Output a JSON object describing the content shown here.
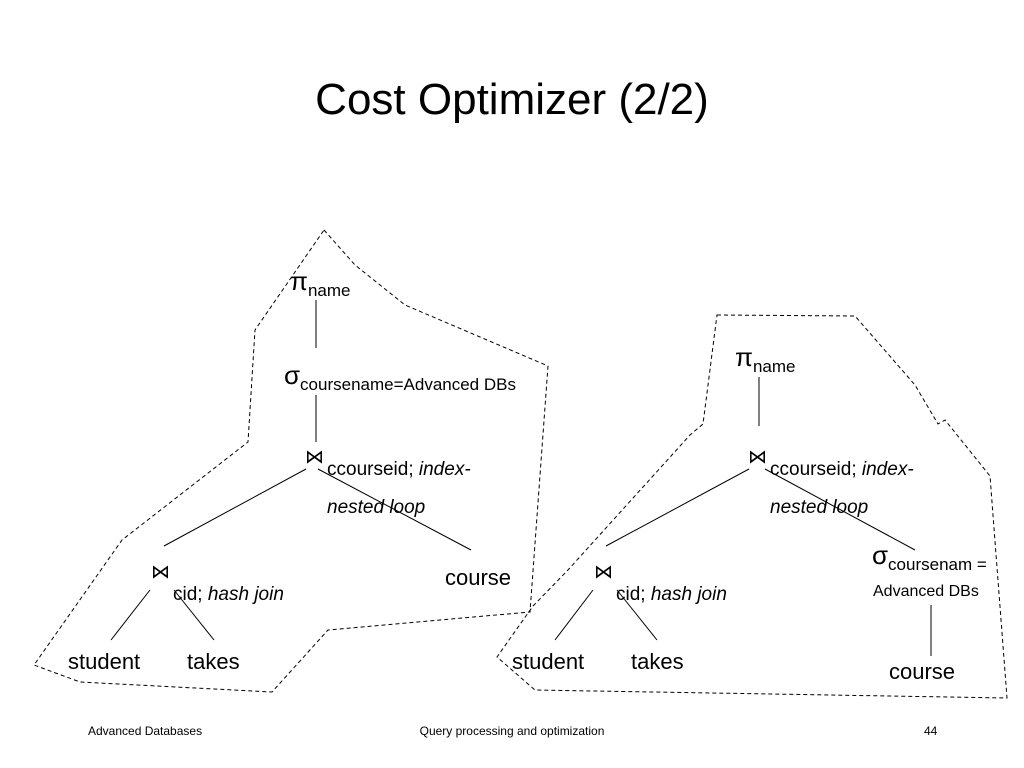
{
  "title": "Cost Optimizer (2/2)",
  "left_plan": {
    "pi_symbol": "π",
    "pi_sub": "name",
    "sigma_symbol": "σ",
    "sigma_sub": "coursename=Advanced DBs",
    "join1_symbol": "⋈",
    "join1_attr": "ccourseid;",
    "join1_method_a": "index-",
    "join1_method_b": "nested loop",
    "join2_symbol": "⋈",
    "join2_attr": "cid;",
    "join2_method": "hash join",
    "leaf_student": "student",
    "leaf_takes": "takes",
    "leaf_course": "course"
  },
  "right_plan": {
    "pi_symbol": "π",
    "pi_sub": "name",
    "join1_symbol": "⋈",
    "join1_attr": "ccourseid;",
    "join1_method_a": "index-",
    "join1_method_b": "nested loop",
    "sigma_symbol": "σ",
    "sigma_sub": "coursenam =",
    "sigma_line2": "Advanced DBs",
    "join2_symbol": "⋈",
    "join2_attr": "cid;",
    "join2_method": "hash join",
    "leaf_student": "student",
    "leaf_takes": "takes",
    "leaf_course": "course"
  },
  "footer": {
    "left": "Advanced Databases",
    "center": "Query processing and optimization",
    "page": "44"
  }
}
